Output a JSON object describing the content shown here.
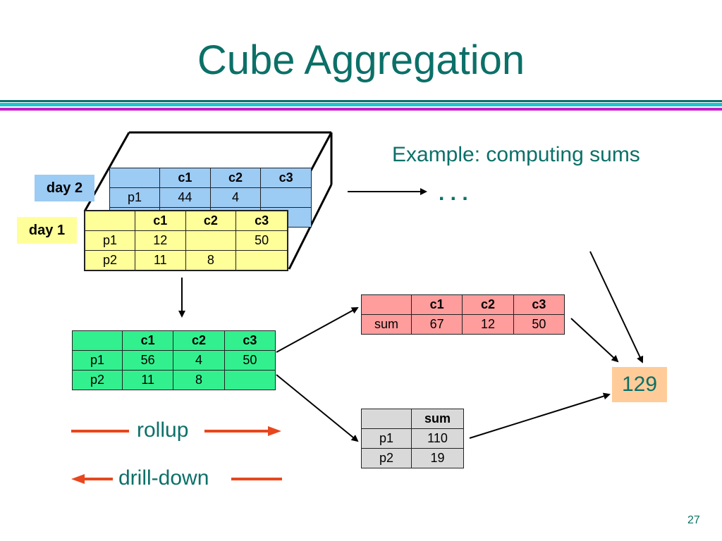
{
  "title": "Cube Aggregation",
  "example_label": "Example: computing sums",
  "ellipsis": ". . .",
  "page_number": "27",
  "colors": {
    "title": "#0b7068",
    "day2": "#9ccbf4",
    "day1": "#ffff99",
    "aggregate": "#33f08f",
    "col_sum": "#ff9c9c",
    "row_sum": "#d9d9d9",
    "total": "#ffcc99",
    "arrow_red": "#e8461e"
  },
  "day2": {
    "label": "day 2",
    "headers": [
      "",
      "c1",
      "c2",
      "c3"
    ],
    "rows": [
      [
        "p1",
        "44",
        "4",
        ""
      ]
    ]
  },
  "day1": {
    "label": "day 1",
    "headers": [
      "",
      "c1",
      "c2",
      "c3"
    ],
    "rows": [
      [
        "p1",
        "12",
        "",
        "50"
      ],
      [
        "p2",
        "11",
        "8",
        ""
      ]
    ]
  },
  "aggregate": {
    "headers": [
      "",
      "c1",
      "c2",
      "c3"
    ],
    "rows": [
      [
        "p1",
        "56",
        "4",
        "50"
      ],
      [
        "p2",
        "11",
        "8",
        ""
      ]
    ]
  },
  "col_sum": {
    "headers": [
      "",
      "c1",
      "c2",
      "c3"
    ],
    "rows": [
      [
        "sum",
        "67",
        "12",
        "50"
      ]
    ]
  },
  "row_sum": {
    "headers": [
      "",
      "sum"
    ],
    "rows": [
      [
        "p1",
        "110"
      ],
      [
        "p2",
        "19"
      ]
    ]
  },
  "total": "129",
  "legend": {
    "rollup": "rollup",
    "drilldown": "drill-down"
  }
}
